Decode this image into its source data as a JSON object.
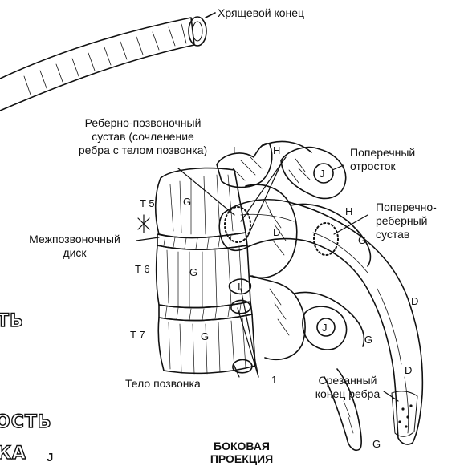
{
  "labels": {
    "cartilage_end": "Хрящевой конец",
    "costovertebral_joint_1": "Реберно-позвоночный",
    "costovertebral_joint_2": "сустав (сочленение",
    "costovertebral_joint_3": "ребра с телом позвонка)",
    "transverse_process_1": "Поперечный",
    "transverse_process_2": "отросток",
    "costotransverse_1": "Поперечно-",
    "costotransverse_2": "реберный",
    "costotransverse_3": "сустав",
    "intervertebral_disc_1": "Межпозвоночный",
    "intervertebral_disc_2": "диск",
    "vertebral_body": "Тело позвонка",
    "cut_rib_end_1": "Срезанный",
    "cut_rib_end_2": "конец ребра",
    "view_title_1": "БОКОВАЯ",
    "view_title_2": "ПРОЕКЦИЯ"
  },
  "vertebra_levels": [
    "T 5",
    "T 6",
    "T 7"
  ],
  "letter_marks": {
    "I_top": "I",
    "H_top": "H",
    "H_right": "H",
    "G_t5": "G",
    "G_t6": "G",
    "G_t7": "G",
    "G_proc": "G",
    "G_lower": "G",
    "G_bottom": "G",
    "D_rib_head": "D",
    "D_rib_long": "D",
    "D_rib_lower": "D",
    "J_top": "J",
    "J_mid": "J",
    "I_mid": "I",
    "one": "1"
  },
  "cut_text": {
    "left_1": "ТЬ",
    "left_2": "ОСТЬ",
    "left_3": "КА",
    "left_3_mark": "J"
  }
}
